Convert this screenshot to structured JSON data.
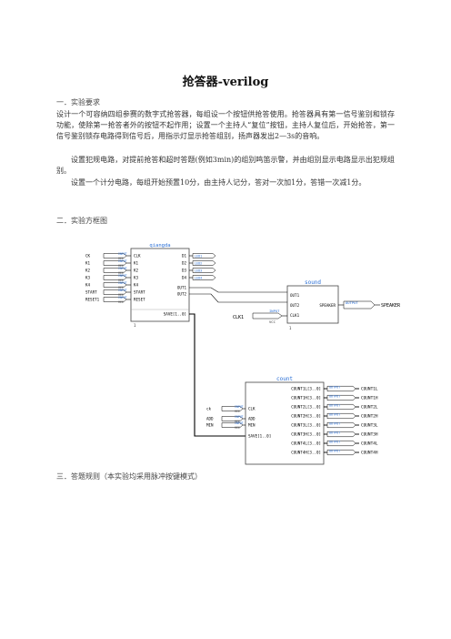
{
  "document": {
    "title": "抢答器-verilog",
    "section1_heading": "一．实验要求",
    "para1": "设计一个可容纳四组参赛的数字式抢答器，每组设一个按钮供抢答使用。抢答器具有第一信号鉴别和锁存功能，使除第一抢答者外的按钮不起作用；设置一个主持人“复位”按钮，主持人复位后，开始抢答，第一信号鉴别锁存电路得到信号后，用指示灯显示抢答组别，扬声器发出2—3s的音响。",
    "para2": "设置犯规电路，对提前抢答和超时答题(例如3min)的组别鸣笛示警，并由组别显示电路显示出犯规组别。",
    "para3": "设置一个计分电路，每组开始预置10分，由主持人记分，答对一次加1分，答错一次减1分。",
    "section2_heading": "二．实验方框图",
    "section3_heading": "三．答题规则（本实验均采用脉冲按键模式）"
  },
  "diagram": {
    "top_block": {
      "name": "qiangda",
      "ports_in": [
        "CLK",
        "K1",
        "K2",
        "K3",
        "K4",
        "START",
        "RESET"
      ],
      "ports_out": [
        "D1",
        "D2",
        "D3",
        "D4",
        "OUT1",
        "OUT2",
        "SAVE[1..0]"
      ],
      "instance": "1"
    },
    "input_pins": [
      "CK",
      "K1",
      "K2",
      "K3",
      "K4",
      "START",
      "RESET1"
    ],
    "input_tag": "INPUT",
    "input_vcc": "VCC",
    "output_tag": "OUTPUT",
    "led_pins": [
      "LED1",
      "LED2",
      "LED3",
      "LED4"
    ],
    "sound_block": {
      "name": "sound",
      "ports_in": [
        "OUT1",
        "OUT2",
        "CLK1"
      ],
      "port_out": "SPEAKER",
      "instance": "1"
    },
    "speaker_pin": "SPEAKER",
    "clk1_pin": "CLK1",
    "count_block": {
      "name": "count",
      "ports_in": [
        "CLK",
        "ADD",
        "MIN",
        "SAVE[1..0]"
      ],
      "ports_out": [
        "COUNT1L[3..0]",
        "COUNT1H[3..0]",
        "COUNT2L[3..0]",
        "COUNT2H[3..0]",
        "COUNT3L[3..0]",
        "COUNT3H[3..0]",
        "COUNT4L[3..0]",
        "COUNT4H[3..0]"
      ]
    },
    "count_input_pins": [
      "ck",
      "ADD",
      "MIN"
    ],
    "count_output_pins": [
      "COUNT1L",
      "COUNT1H",
      "COUNT2L",
      "COUNT2H",
      "COUNT3L",
      "COUNT3H",
      "COUNT4L",
      "COUNT4H"
    ]
  }
}
